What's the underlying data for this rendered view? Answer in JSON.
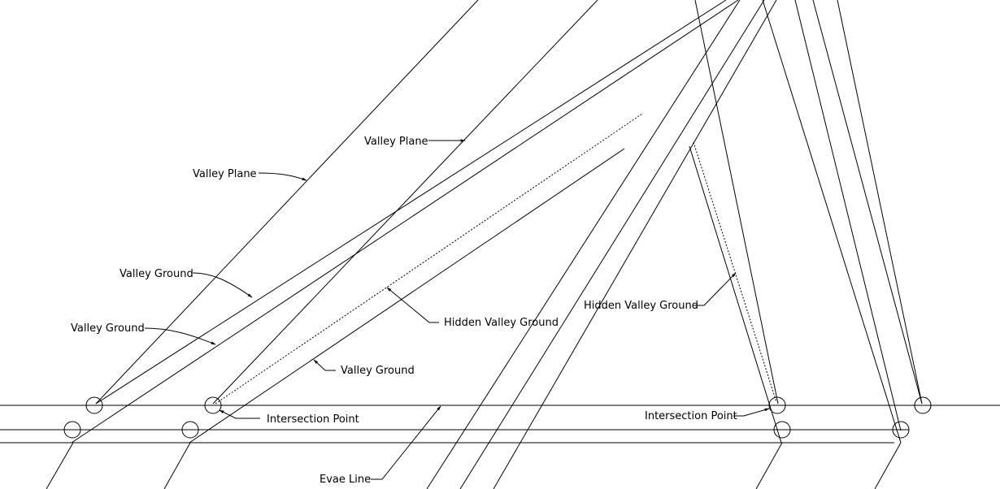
{
  "labels": {
    "valley_plane_1": "Valley Plane",
    "valley_plane_2": "Valley Plane",
    "valley_ground_1": "Valley Ground",
    "valley_ground_2": "Valley Ground",
    "valley_ground_3": "Valley Ground",
    "hidden_valley_ground_1": "Hidden Valley Ground",
    "hidden_valley_ground_2": "Hidden Valley Ground",
    "intersection_point_1": "Intersection Point",
    "intersection_point_2": "Intersection Point",
    "evae_line": "Evae Line"
  }
}
